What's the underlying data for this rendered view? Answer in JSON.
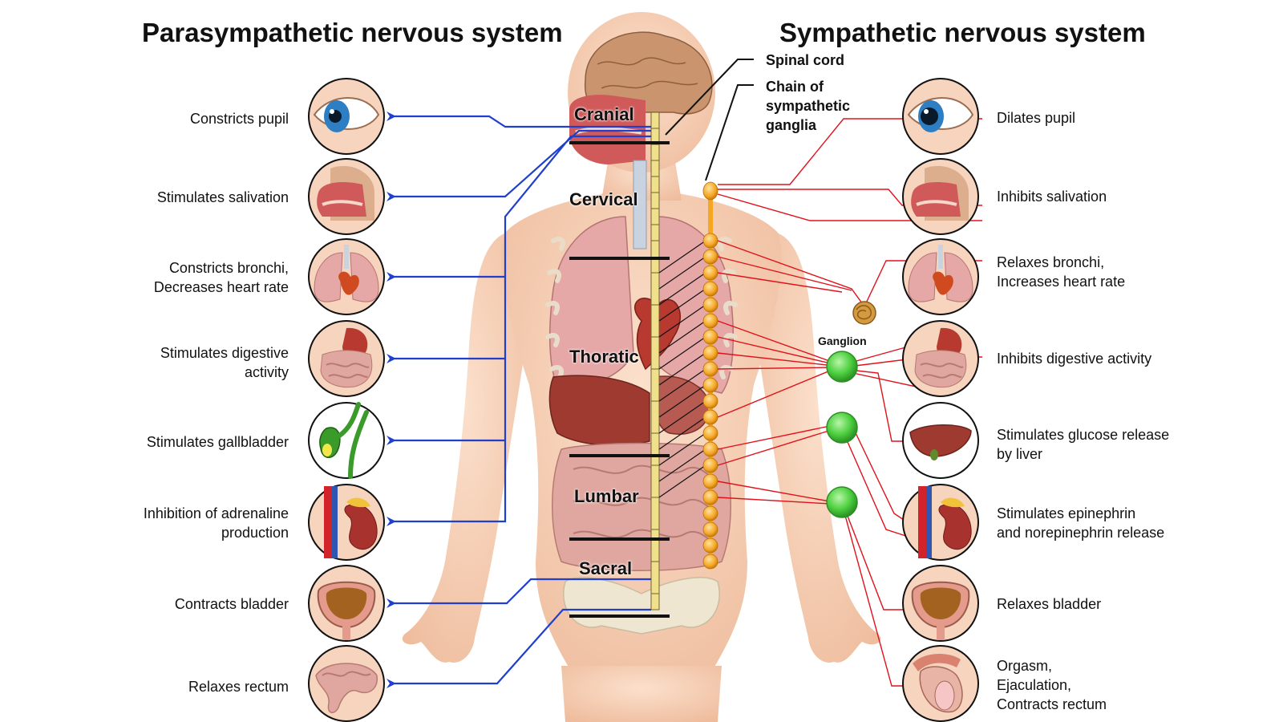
{
  "titles": {
    "left": "Parasympathetic nervous system",
    "right": "Sympathetic nervous system"
  },
  "segments": {
    "cranial": "Cranial",
    "cervical": "Cervical",
    "thoracic": "Thoratic",
    "lumbar": "Lumbar",
    "sacral": "Sacral"
  },
  "annotations": {
    "spinal_cord": "Spinal cord",
    "chain_line1": "Chain of",
    "chain_line2": "sympathetic",
    "chain_line3": "ganglia",
    "ganglion": "Ganglion"
  },
  "parasympathetic": [
    {
      "organ_icon": "eye-icon",
      "lines": [
        "Constricts pupil"
      ]
    },
    {
      "organ_icon": "salivary-head-icon",
      "lines": [
        "Stimulates salivation"
      ]
    },
    {
      "organ_icon": "lungs-heart-icon",
      "lines": [
        "Constricts bronchi,",
        "Decreases heart rate"
      ]
    },
    {
      "organ_icon": "stomach-intestine-icon",
      "lines": [
        "Stimulates digestive",
        "activity"
      ]
    },
    {
      "organ_icon": "gallbladder-icon",
      "lines": [
        "Stimulates gallbladder"
      ]
    },
    {
      "organ_icon": "kidney-adrenal-icon",
      "lines": [
        "Inhibition of adrenaline",
        "production"
      ]
    },
    {
      "organ_icon": "bladder-icon",
      "lines": [
        "Contracts bladder"
      ]
    },
    {
      "organ_icon": "rectum-icon",
      "lines": [
        "Relaxes rectum"
      ]
    }
  ],
  "sympathetic": [
    {
      "organ_icon": "eye-icon",
      "lines": [
        "Dilates pupil"
      ]
    },
    {
      "organ_icon": "salivary-head-icon",
      "lines": [
        "Inhibits salivation"
      ]
    },
    {
      "organ_icon": "lungs-heart-icon",
      "lines": [
        "Relaxes bronchi,",
        "Increases heart rate"
      ]
    },
    {
      "organ_icon": "stomach-intestine-icon",
      "lines": [
        "Inhibits digestive activity"
      ]
    },
    {
      "organ_icon": "liver-icon",
      "lines": [
        "Stimulates glucose release",
        "by liver"
      ]
    },
    {
      "organ_icon": "kidney-adrenal-icon",
      "lines": [
        "Stimulates epinephrin",
        "and norepinephrin release"
      ]
    },
    {
      "organ_icon": "bladder-icon",
      "lines": [
        "Relaxes bladder"
      ]
    },
    {
      "organ_icon": "reproductive-icon",
      "lines": [
        "Orgasm,",
        "Ejaculation,",
        "Contracts rectum"
      ]
    }
  ],
  "colors": {
    "parasympathetic": "#1f3fcc",
    "sympathetic": "#e0121b",
    "skin": "#f4c9ad",
    "ganglion": "#3fbf3f",
    "chain": "#f5a623",
    "spine": "#f0e08c"
  }
}
